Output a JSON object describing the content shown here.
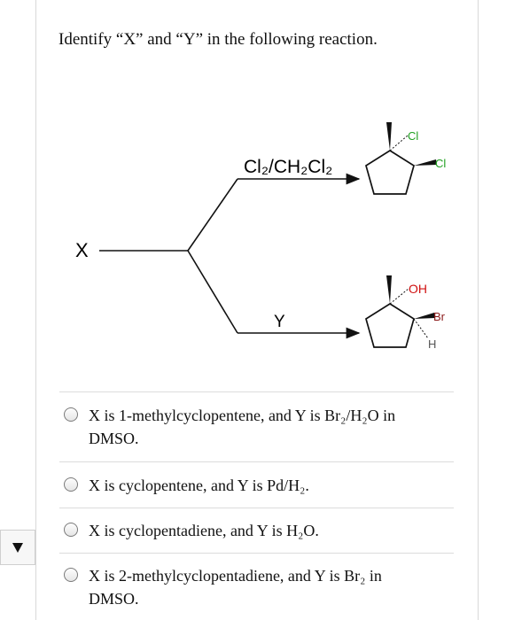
{
  "question": "Identify “X” and “Y” in the following reaction.",
  "scheme": {
    "reactant": "X",
    "reagent_top": "Cl₂/CH₂Cl₂",
    "reagent_bottom": "Y",
    "product1_labels": [
      "Cl",
      "Cl"
    ],
    "product2_labels": [
      "OH",
      "Br",
      "H"
    ]
  },
  "options": [
    {
      "text_line1": "X is 1-methylcyclopentene, and Y is Br₂/H₂O in",
      "text_line2": "DMSO."
    },
    {
      "text_line1": "X is cyclopentene, and Y is Pd/H₂.",
      "text_line2": ""
    },
    {
      "text_line1": "X is cyclopentadiene, and Y is H₂O.",
      "text_line2": ""
    },
    {
      "text_line1": "X is 2-methylcyclopentadiene, and Y is Br₂ in",
      "text_line2": "DMSO."
    }
  ],
  "colors": {
    "chlorine": "#20a020",
    "bromine": "#8b1a1a",
    "oxygen": "#d01010",
    "hydrogen": "#555555"
  },
  "icons": {
    "toggle": "triangle-down-icon"
  }
}
